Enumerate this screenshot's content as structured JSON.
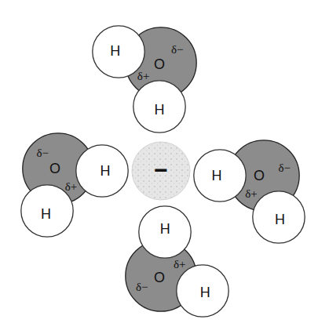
{
  "diagram": {
    "nodes": [
      {
        "text": [
          "H"
        ]
      },
      {
        "text": [
          "O",
          "δ−",
          "δ+"
        ]
      },
      {
        "text": [
          "H"
        ]
      },
      {
        "text": [
          "O",
          "δ−",
          "δ+"
        ]
      },
      {
        "text": [
          "H"
        ]
      },
      {
        "text": [
          "H"
        ]
      },
      {
        "text": [
          "−"
        ]
      },
      {
        "text": [
          "H"
        ]
      },
      {
        "text": [
          "O",
          "δ−",
          "δ+"
        ]
      },
      {
        "text": [
          "H"
        ]
      },
      {
        "text": [
          "H"
        ]
      },
      {
        "text": [
          "O",
          "δ+",
          "δ−"
        ]
      },
      {
        "text": [
          "H"
        ]
      }
    ]
  }
}
